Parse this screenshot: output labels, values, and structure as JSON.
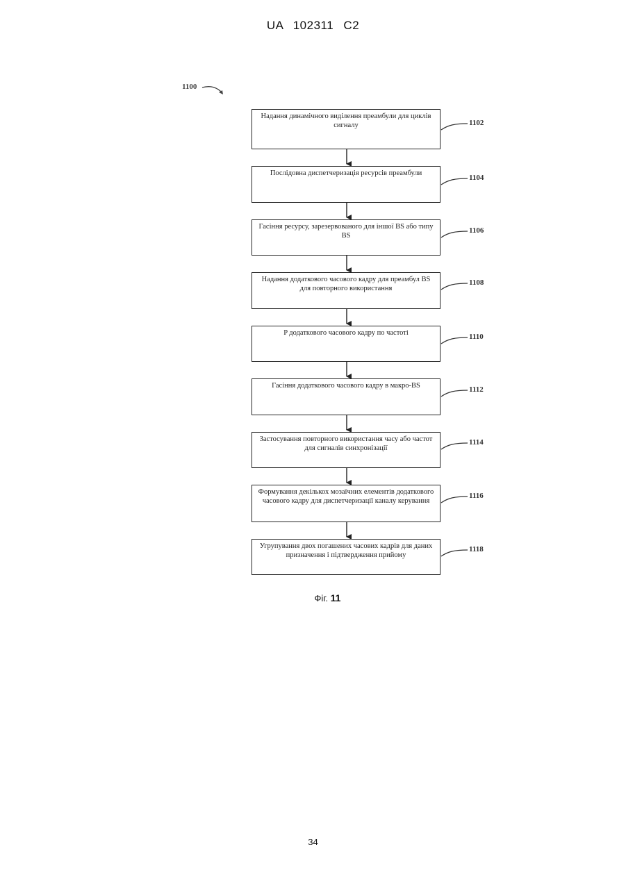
{
  "header": {
    "patent_id": "UA   102311   C2"
  },
  "diagram": {
    "ref": "1100",
    "steps": [
      {
        "ref": "1102",
        "text": "Надання динамічного виділення преамбули для циклів сигналу"
      },
      {
        "ref": "1104",
        "text": "Послідовна диспетчеризація ресурсів преамбули"
      },
      {
        "ref": "1106",
        "text": "Гасіння ресурсу, зарезервованого для іншої BS або типу BS"
      },
      {
        "ref": "1108",
        "text": "Надання додаткового часового кадру для преамбул BS для повторного використання"
      },
      {
        "ref": "1110",
        "text": "P додаткового часового кадру по частоті"
      },
      {
        "ref": "1112",
        "text": "Гасіння додаткового часового кадру в макро-BS"
      },
      {
        "ref": "1114",
        "text": "Застосування повторного використання часу або частот для сигналів синхронізації"
      },
      {
        "ref": "1116",
        "text": "Формування декількох мозаїчних елементів додаткового часового кадру для диспетчеризації каналу керування"
      },
      {
        "ref": "1118",
        "text": "Угрупування двох погашених часових кадрів для даних призначення і підтвердження прийому"
      }
    ]
  },
  "caption": {
    "prefix": "Фіг. ",
    "number": "11"
  },
  "page_number": "34"
}
